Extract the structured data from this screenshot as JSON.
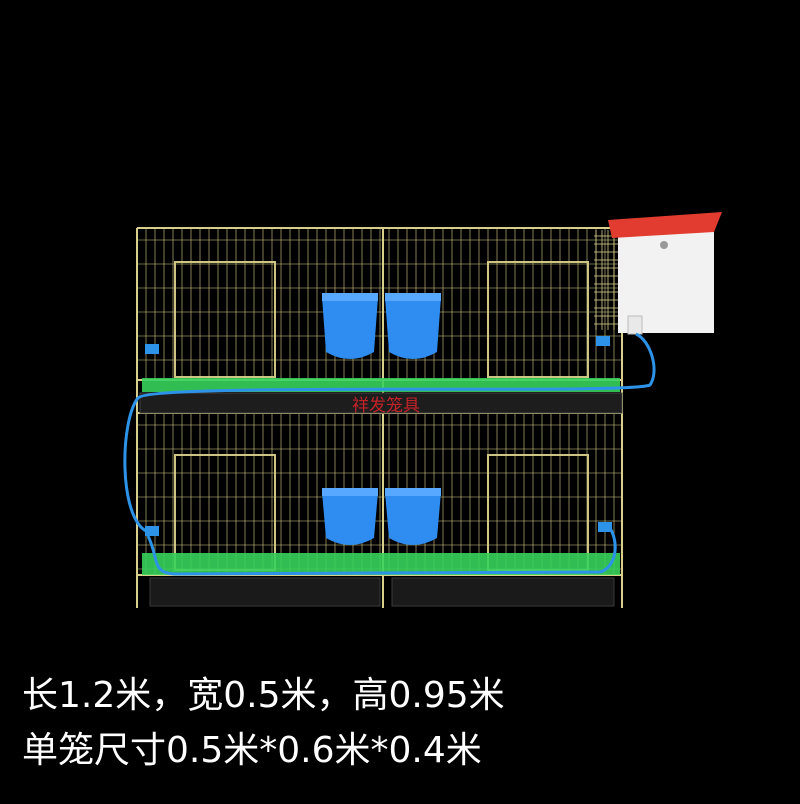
{
  "product_image": {
    "subject": "two-tier wire rabbit cage with feeders and water tank",
    "colors": {
      "background": "#000000",
      "wire": "#d8cf8a",
      "floor_mesh": "#37d25c",
      "feeder": "#2f8df2",
      "tray": "#1d1d1d",
      "tank_body": "#f2f2f2",
      "tank_lid": "#e23b2f",
      "water_pipe": "#2c93e8",
      "watermark": "#e0242c"
    }
  },
  "watermark": {
    "text": "祥发笼具"
  },
  "captions": {
    "line1": "长1.2米，宽0.5米，高0.95米",
    "line2": "单笼尺寸0.5米*0.6米*0.4米"
  }
}
